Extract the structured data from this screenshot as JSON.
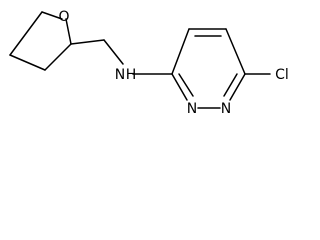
{
  "molecule": {
    "atoms": {
      "oxygen": "O",
      "amine": "N",
      "amine_h": "H",
      "ring_n1": "N",
      "ring_n2": "N",
      "chlorine": "Cl"
    },
    "colors": {
      "bond": "#000000",
      "label": "#000000",
      "background": "#ffffff"
    }
  }
}
